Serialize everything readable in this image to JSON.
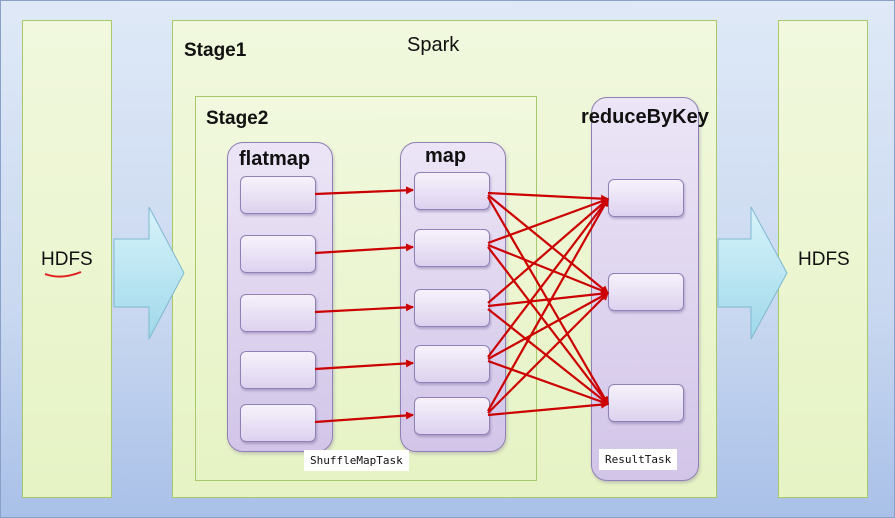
{
  "title": "Spark",
  "hdfs_left": "HDFS",
  "hdfs_right": "HDFS",
  "stage1": "Stage1",
  "stage2": "Stage2",
  "flatmap": "flatmap",
  "map": "map",
  "reduce": "reduceByKey",
  "shuffle_task": "ShuffleMapTask",
  "result_task": "ResultTask",
  "colors": {
    "arrow": "#cc0000",
    "underline": "#e02020",
    "block_arrow": "#bfe8f3"
  }
}
